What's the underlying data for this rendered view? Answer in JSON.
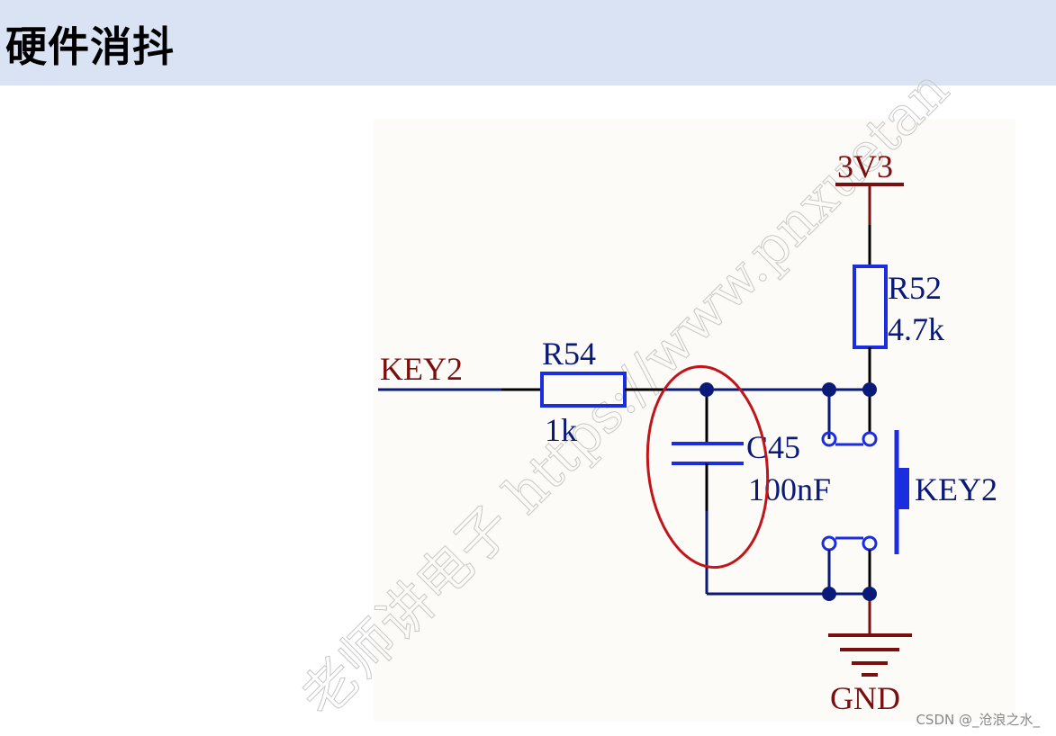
{
  "header": {
    "title": "硬件消抖"
  },
  "schematic": {
    "power_label": "3V3",
    "ground_label": "GND",
    "input_net_label": "KEY2",
    "resistors": [
      {
        "ref": "R54",
        "value": "1k"
      },
      {
        "ref": "R52",
        "value": "4.7k"
      }
    ],
    "capacitor": {
      "ref": "C45",
      "value": "100nF"
    },
    "switch": {
      "ref": "KEY2"
    }
  },
  "watermark": {
    "text": "老师讲电子 https://www.pnxuetan"
  },
  "credit": {
    "text": "CSDN @_沧浪之水_"
  },
  "colors": {
    "header_bg": "#dae3f3",
    "schematic_bg": "#fdfbf7",
    "wire": "#0a1a78",
    "component": "#1a2ee0",
    "power": "#7a0f0f",
    "highlight_ellipse": "#c0151b"
  }
}
